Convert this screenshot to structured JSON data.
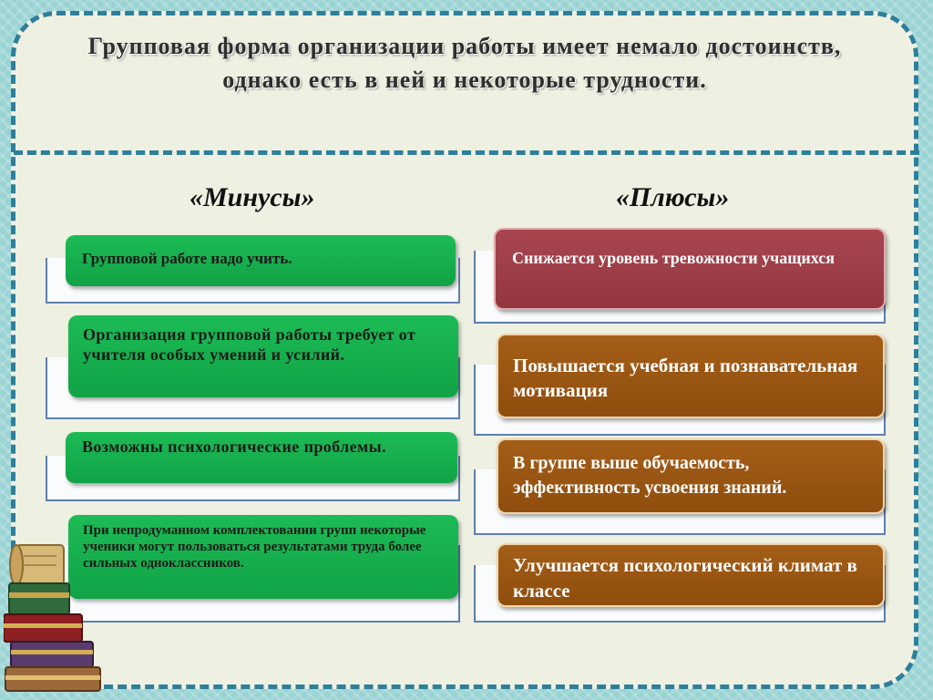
{
  "title": "Групповая форма организации работы имеет немало достоинств, однако есть в ней и некоторые трудности.",
  "minus": {
    "heading": "«Минусы»",
    "items": [
      "Групповой работе надо учить.",
      "Организация групповой работы требует от учителя особых умений и усилий.",
      "Возможны психологические проблемы.",
      "При непродуманном комплектовании групп некоторые ученики могут пользоваться результатами труда более сильных одноклассников."
    ]
  },
  "plus": {
    "heading": "«Плюсы»",
    "items": [
      "Снижается уровень тревожности учащихся",
      "Повышается учебная и познавательная мотивация",
      "В группе выше обучаемость, эффективность усвоения знаний.",
      "Улучшается психологический климат в классе"
    ]
  },
  "colors": {
    "background": "#9ad3d3",
    "card": "#eef0e2",
    "dashed_border": "#2e7f9b",
    "minus_box": "#17b04f",
    "plus_first_box": "#9c3e48",
    "plus_box": "#9a5612"
  },
  "icons": {
    "decoration": "books-stack-icon"
  }
}
